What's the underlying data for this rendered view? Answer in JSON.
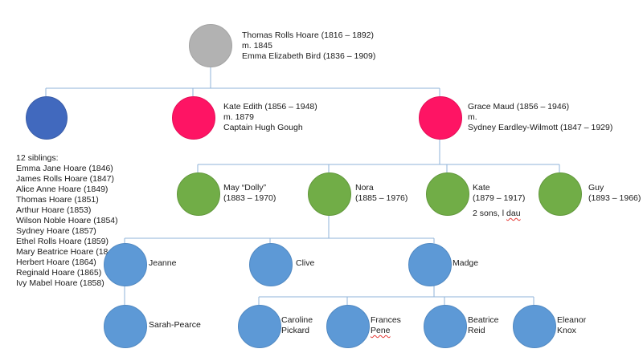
{
  "colors": {
    "root": "#b2b2b2",
    "unnamed": "#4169be",
    "daughters": "#fe1464",
    "grandchildren": "#71ad47",
    "great_grandchildren": "#5d99d6",
    "connector": "#8fb3d9"
  },
  "root": {
    "lines": [
      "Thomas Rolls Hoare (1816 – 1892)",
      "m. 1845",
      "Emma Elizabeth Bird (1836 – 1909)"
    ]
  },
  "siblings": {
    "heading": "12 siblings:",
    "items": [
      "Emma Jane Hoare (1846)",
      "James Rolls Hoare (1847)",
      "Alice Anne Hoare (1849)",
      "Thomas Hoare (1851)",
      "Arthur Hoare (1853)",
      "Wilson Noble Hoare (1854)",
      "Sydney Hoare (1857)",
      "Ethel Rolls Hoare (1859)",
      "Mary Beatrice Hoare (18",
      "Herbert Hoare (1864)",
      "Reginald Hoare (1865)",
      "Ivy Mabel Hoare (1858)"
    ]
  },
  "kate_edith": {
    "lines": [
      "Kate Edith (1856 – 1948)",
      "m. 1879",
      "Captain Hugh Gough"
    ]
  },
  "grace_maud": {
    "lines": [
      "Grace Maud (1856 – 1946)",
      "m.",
      "Sydney Eardley-Wilmott (1847 – 1929)"
    ]
  },
  "may": {
    "lines": [
      "May “Dolly”",
      "(1883 – 1970)"
    ]
  },
  "nora": {
    "lines": [
      "Nora",
      "(1885 – 1976)"
    ]
  },
  "kate": {
    "lines": [
      "Kate",
      "(1879 – 1917)"
    ],
    "note_a": "2 sons, l ",
    "note_b": "dau"
  },
  "guy": {
    "lines": [
      "Guy",
      "(1893 – 1966)"
    ]
  },
  "jeanne": {
    "label": "Jeanne"
  },
  "clive": {
    "label": "Clive"
  },
  "madge": {
    "label": "Madge"
  },
  "sarah": {
    "label": "Sarah-Pearce"
  },
  "caroline": {
    "lines": [
      "Caroline",
      "Pickard"
    ]
  },
  "frances": {
    "line1": "Frances",
    "line2": "Pene"
  },
  "beatrice": {
    "lines": [
      "Beatrice",
      "Reid"
    ]
  },
  "eleanor": {
    "lines": [
      "Eleanor",
      "Knox"
    ]
  }
}
